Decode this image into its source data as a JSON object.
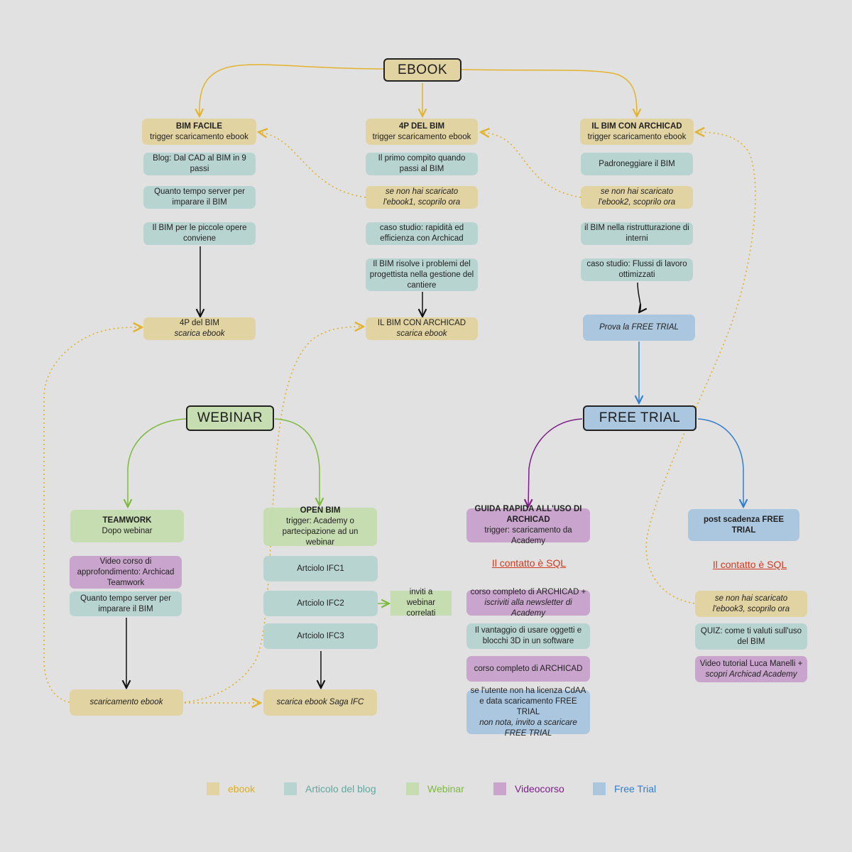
{
  "colors": {
    "ebook": "#e2d4a2",
    "blog": "#b8d4d1",
    "webinar": "#c6dcb1",
    "video": "#c9a5cd",
    "trial": "#abc7df",
    "arrow_ebook": "#e3b32c",
    "arrow_webinar": "#7cba3c",
    "arrow_trial": "#2f7fd0",
    "arrow_video": "#7d1d8a",
    "arrow_black": "#111111",
    "sql_text": "#d03a1e"
  },
  "hubs": {
    "ebook": "EBOOK",
    "webinar": "WEBINAR",
    "free_trial": "FREE TRIAL"
  },
  "nodes": {
    "bim_facile": {
      "title": "BIM FACILE",
      "sub": "trigger scaricamento ebook"
    },
    "bf_blog1": {
      "text": "Blog: Dal CAD al BIM in 9 passi"
    },
    "bf_blog2": {
      "text": "Quanto tempo server per imparare il BIM"
    },
    "bf_blog3": {
      "text": "Il BIM per le piccole opere conviene"
    },
    "bf_end": {
      "line1": "4P del BIM",
      "line2": "scarica ebook"
    },
    "p4_bim": {
      "title": "4P DEL BIM",
      "sub": "trigger scaricamento ebook"
    },
    "p4_blog1": {
      "text": "Il primo compito quando passi al BIM"
    },
    "p4_noebook": {
      "text": "se non hai scaricato l'ebook1, scoprilo ora"
    },
    "p4_case": {
      "text": "caso studio: rapidità ed efficienza con Archicad"
    },
    "p4_blog2": {
      "text": "Il BIM risolve i problemi del progettista nella gestione del cantiere"
    },
    "p4_end": {
      "line1": "IL BIM CON ARCHICAD",
      "line2": "scarica ebook"
    },
    "archicad": {
      "title": "IL BIM CON ARCHICAD",
      "sub": "trigger scaricamento ebook"
    },
    "ac_blog1": {
      "text": "Padroneggiare il BIM"
    },
    "ac_noebook": {
      "text": "se non hai scaricato l'ebook2, scoprilo ora"
    },
    "ac_blog2": {
      "text": "il BIM nella ristrutturazione di interni"
    },
    "ac_case": {
      "text": "caso studio: Flussi di lavoro ottimizzati"
    },
    "ac_trial": {
      "text": "Prova la FREE TRIAL"
    },
    "teamwork": {
      "title": "TEAMWORK",
      "sub": "Dopo webinar"
    },
    "tw_video": {
      "text": "Video corso di approfondimento: Archicad Teamwork"
    },
    "tw_blog": {
      "text": "Quanto tempo server per imparare il BIM"
    },
    "tw_end": {
      "text": "scaricamento ebook"
    },
    "openbim": {
      "title": "OPEN BIM",
      "sub": "trigger: Academy o partecipazione ad un webinar"
    },
    "ob_ifc1": {
      "text": "Artciolo IFC1"
    },
    "ob_ifc2": {
      "text": "Artciolo IFC2"
    },
    "ob_ifc3": {
      "text": "Artciolo IFC3"
    },
    "ob_invite": {
      "text": "inviti a webinar correlati"
    },
    "ob_end": {
      "text": "scarica ebook Saga IFC"
    },
    "guida": {
      "title": "GUIDA RAPIDA ALL'USO DI ARCHICAD",
      "sub": "trigger: scaricamento da Academy"
    },
    "guida_sql": "Il contatto è SQL",
    "gu_course": {
      "line1": "corso completo di ARCHICAD +",
      "line2": "iscriviti alla newsletter di Academy"
    },
    "gu_blog": {
      "text": "Il vantaggio di usare oggetti e blocchi 3D in un software"
    },
    "gu_course2": {
      "text": "corso completo di ARCHICAD"
    },
    "gu_trial": {
      "line1": "se l'utente non ha licenza CdAA e data scaricamento FREE TRIAL",
      "line2a": "non nota,",
      "line2b": " invito a scaricare FREE TRIAL"
    },
    "post": {
      "title": "post scadenza FREE TRIAL"
    },
    "post_sql": "Il contatto è SQL",
    "ps_noebook": {
      "text": "se non hai scaricato l'ebook3, scoprilo ora"
    },
    "ps_quiz": {
      "text": "QUIZ: come ti valuti sull'uso del BIM"
    },
    "ps_video": {
      "line1": "Video tutorial Luca Manelli +",
      "line2": "scopri Archicad Academy"
    }
  },
  "legend": [
    {
      "label": "ebook",
      "color": "#e2d4a2",
      "text_color": "#e0ae1c"
    },
    {
      "label": "Articolo del blog",
      "color": "#b8d4d1",
      "text_color": "#5fa8a0"
    },
    {
      "label": "Webinar",
      "color": "#c6dcb1",
      "text_color": "#7cba3c"
    },
    {
      "label": "Videocorso",
      "color": "#c9a5cd",
      "text_color": "#7d1d8a"
    },
    {
      "label": "Free Trial",
      "color": "#abc7df",
      "text_color": "#2f7fd0"
    }
  ]
}
